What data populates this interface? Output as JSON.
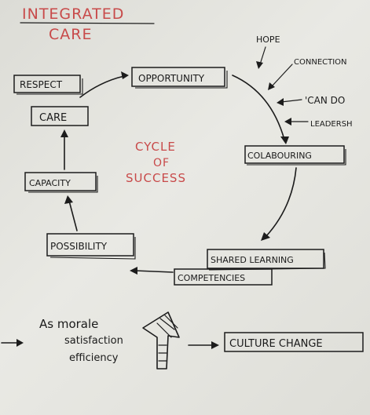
{
  "title": {
    "line1": "INTEGRATED",
    "line2": "CARE"
  },
  "center": {
    "line1": "CYCLE",
    "line2": "OF",
    "line3": "SUCCESS"
  },
  "cycle": {
    "opportunity": "OPPORTUNITY",
    "respect": "RESPECT",
    "care": "CARE",
    "capacity": "CAPACITY",
    "possibility": "POSSIBILITY",
    "competencies": "COMPETENCIES",
    "shared_learning": "SHARED LEARNING",
    "colabouring": "COLABOURING"
  },
  "inputs": {
    "hope": "HOPE",
    "connection": "CONNECTION",
    "can_do": "'CAN DO",
    "leadership": "LEADERSH"
  },
  "bottom": {
    "line1": "As morale",
    "line2": "satisfaction",
    "line3": "efficiency",
    "result": "CULTURE CHANGE"
  },
  "colors": {
    "ink": "#1c1c1c",
    "marker_red": "#c84a4a",
    "board": "#e4e4df"
  }
}
